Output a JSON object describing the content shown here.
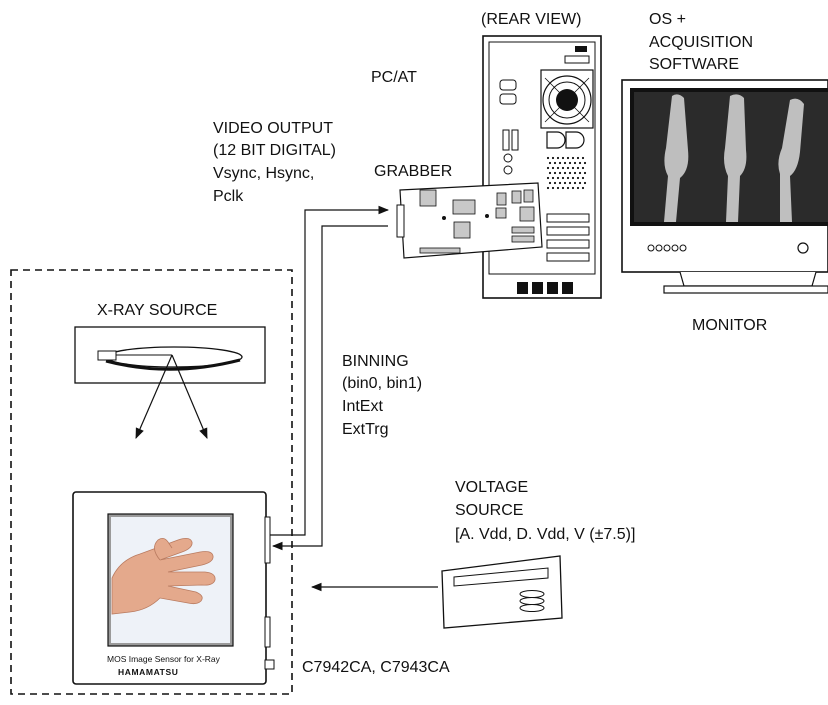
{
  "labels": {
    "rear_view": "(REAR VIEW)",
    "pc_at": "PC/AT",
    "software": [
      "OS +",
      "ACQUISITION",
      "SOFTWARE"
    ],
    "video_output": [
      "VIDEO OUTPUT",
      "(12 BIT DIGITAL)",
      "Vsync, Hsync,",
      "Pclk"
    ],
    "grabber": "GRABBER",
    "monitor": "MONITOR",
    "xray_source": "X-RAY SOURCE",
    "binning": [
      "BINNING",
      "(bin0, bin1)",
      "IntExt",
      "ExtTrg"
    ],
    "voltage_source": [
      "VOLTAGE",
      "SOURCE",
      "[A. Vdd, D. Vdd, V (±7.5)]"
    ],
    "model": "C7942CA, C7943CA",
    "sensor_caption": "MOS Image Sensor for X-Ray",
    "brand": "HAMAMATSU"
  },
  "colors": {
    "line": "#111111",
    "panel_gray": "#c8c8c8",
    "dark": "#1a1a1a",
    "xray_bg": "#2a2a2a",
    "bone": "#d8d8d8",
    "skin": "#e9b398"
  }
}
